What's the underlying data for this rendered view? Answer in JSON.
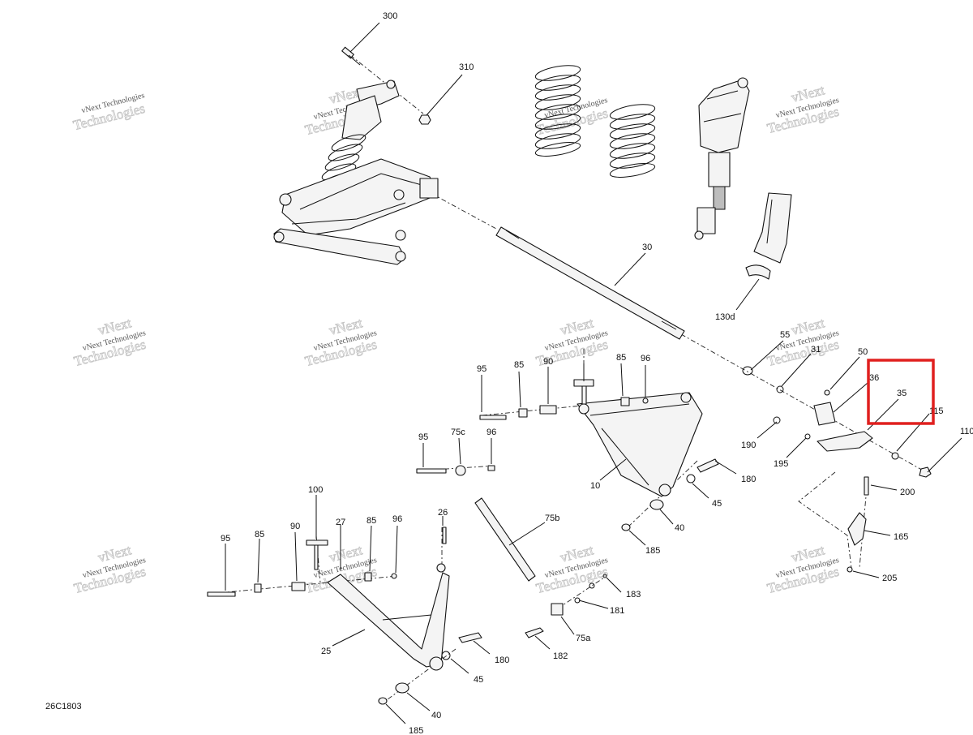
{
  "drawing": {
    "id_label": "26C1803",
    "highlight_color": "#e0201f"
  },
  "watermark": {
    "line1": "vNext Technologies",
    "line2": "vNext",
    "line3": "Technologies"
  },
  "callouts": {
    "c300": "300",
    "c310": "310",
    "c30": "30",
    "c130d": "130d",
    "c55": "55",
    "c31": "31",
    "c50": "50",
    "c36": "36",
    "c35": "35",
    "c115": "115",
    "c110": "110",
    "c190": "190",
    "c195": "195",
    "c200": "200",
    "c165": "165",
    "c205": "205",
    "c95a": "95",
    "c85a": "85",
    "c90a": "90",
    "c85b": "85",
    "c96a": "96",
    "c95b": "95",
    "c75c": "75c",
    "c96b": "96",
    "c10": "10",
    "c180a": "180",
    "c45a": "45",
    "c40a": "40",
    "c185a": "185",
    "c75b": "75b",
    "c183": "183",
    "c181": "181",
    "c75a": "75a",
    "c182": "182",
    "c100": "100",
    "c27": "27",
    "c85c": "85",
    "c96c": "96",
    "c26": "26",
    "c95c": "95",
    "c85d": "85",
    "c90b": "90",
    "c25": "25",
    "c180b": "180",
    "c45b": "45",
    "c40b": "40",
    "c185b": "185"
  }
}
